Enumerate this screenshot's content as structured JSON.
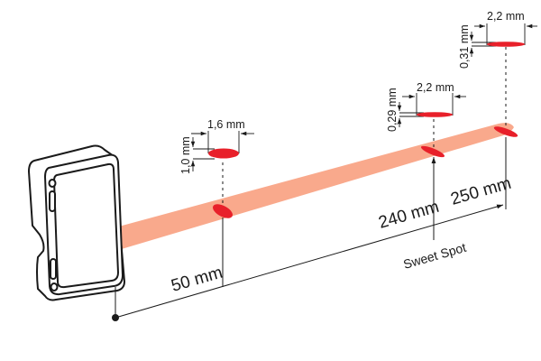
{
  "colors": {
    "beam": "#f9a98c",
    "spot": "#e8202a",
    "line": "#1a1a1a"
  },
  "sensor": {
    "icon": "laser-sensor-device"
  },
  "distances": {
    "d1": "50 mm",
    "d2": "240 mm",
    "d3": "250 mm"
  },
  "sweet_spot_label": "Sweet Spot",
  "spots": [
    {
      "width": "1,6 mm",
      "height": "1,0 mm"
    },
    {
      "width": "2,2 mm",
      "height": "0,29 mm"
    },
    {
      "width": "2,2 mm",
      "height": "0,31 mm"
    }
  ]
}
